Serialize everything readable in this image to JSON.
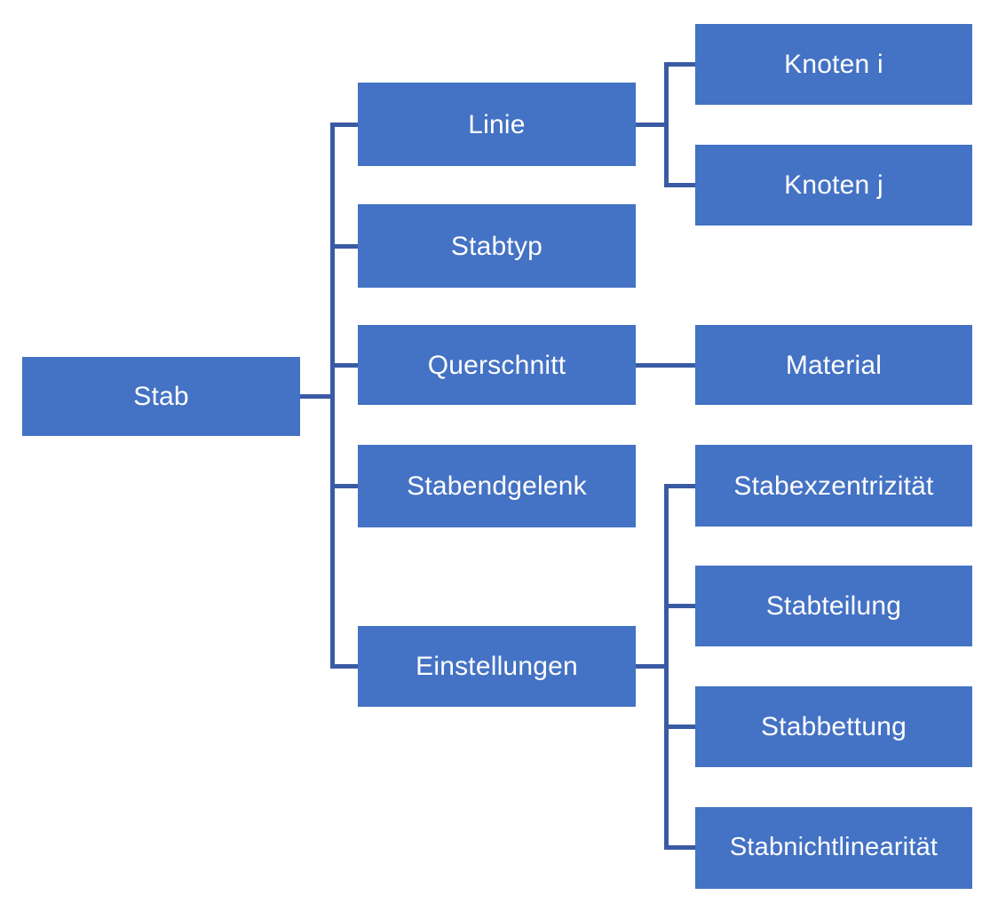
{
  "diagram": {
    "title": "Stab",
    "type": "hierarchy-tree",
    "orientation": "left-to-right",
    "colors": {
      "node_fill": "#4472C4",
      "node_text": "#FFFFFF",
      "connector": "#3A5BA4",
      "background": "#FFFFFF"
    },
    "root": {
      "label": "Stab"
    },
    "level2": [
      {
        "label": "Linie"
      },
      {
        "label": "Stabtyp"
      },
      {
        "label": "Querschnitt"
      },
      {
        "label": "Stabendgelenk"
      },
      {
        "label": "Einstellungen"
      }
    ],
    "level3": {
      "linie": [
        {
          "label": "Knoten i"
        },
        {
          "label": "Knoten j"
        }
      ],
      "querschnitt": [
        {
          "label": "Material"
        }
      ],
      "einstellungen": [
        {
          "label": "Stabexzentrizität"
        },
        {
          "label": "Stabteilung"
        },
        {
          "label": "Stabbettung"
        },
        {
          "label": "Stabnichtlinearität"
        }
      ]
    }
  }
}
